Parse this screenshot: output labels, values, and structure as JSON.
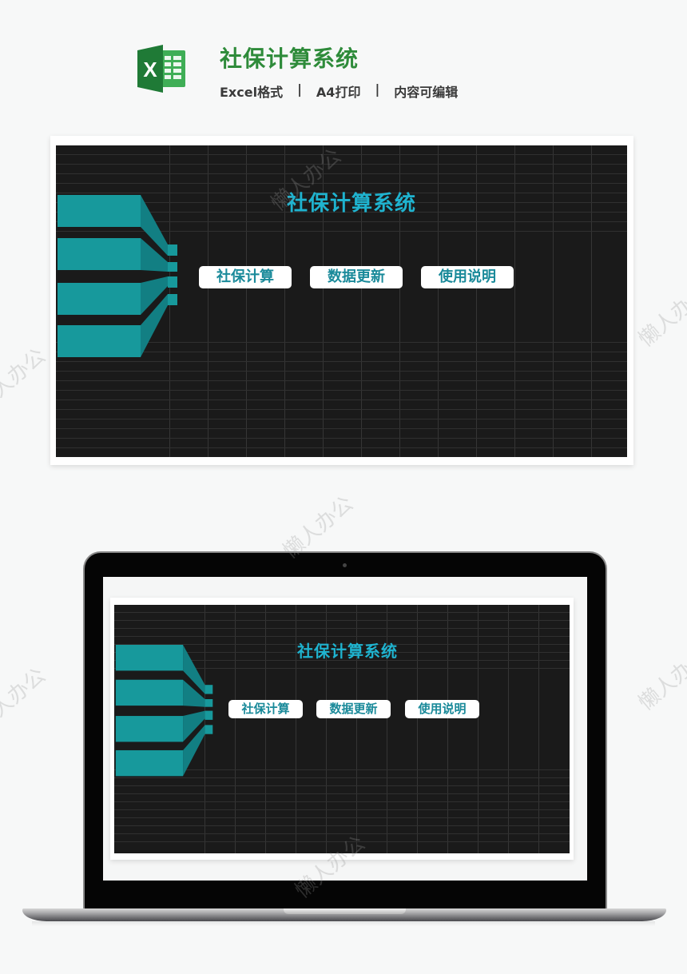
{
  "header": {
    "icon": "excel-icon",
    "icon_letter": "X",
    "title": "社保计算系统",
    "tags": [
      "Excel格式",
      "A4打印",
      "内容可编辑"
    ],
    "separator": "|",
    "title_color": "#2e8b3a"
  },
  "preview": {
    "sheet_title": "社保计算系统",
    "buttons": [
      {
        "label": "社保计算"
      },
      {
        "label": "数据更新"
      },
      {
        "label": "使用说明"
      }
    ],
    "accent_color": "#1fb3cf",
    "teal_color": "#17999c",
    "background_color": "#1a1a1a"
  },
  "laptop_preview": {
    "sheet_title": "社保计算系统",
    "buttons": [
      {
        "label": "社保计算"
      },
      {
        "label": "数据更新"
      },
      {
        "label": "使用说明"
      }
    ]
  },
  "watermark": {
    "text": "懒人办公"
  }
}
